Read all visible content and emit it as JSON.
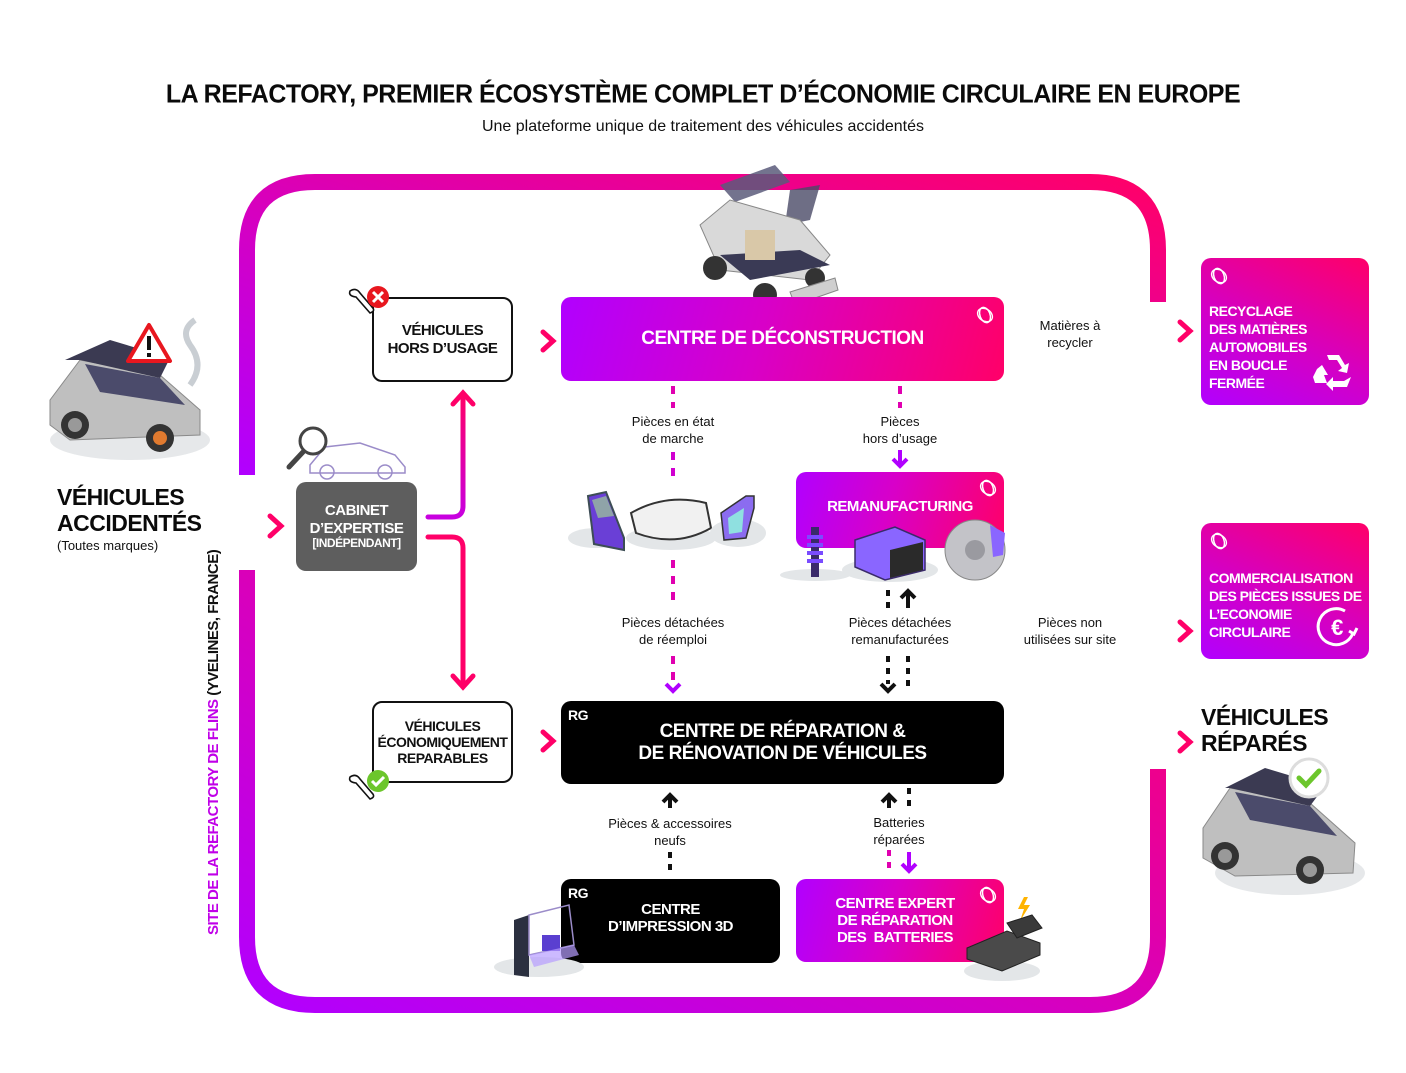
{
  "header": {
    "title": "LA REFACTORY, PREMIER ÉCOSYSTÈME COMPLET D’ÉCONOMIE CIRCULAIRE EN EUROPE",
    "subtitle": "Une plateforme unique de traitement des véhicules accidentés"
  },
  "site_label": {
    "name": "SITE DE LA REFACTORY DE FLINS",
    "location": "(YVELINES, FRANCE)"
  },
  "input": {
    "line1": "VÉHICULES",
    "line2": "ACCIDENTÉS",
    "note": "(Toutes marques)",
    "icon": "warning-triangle-icon"
  },
  "nodes": {
    "cabinet": {
      "line1": "CABINET",
      "line2": "D’EXPERTISE",
      "line3": "[INDÉPENDANT]",
      "icon": "magnifier-car-icon"
    },
    "hors_usage": {
      "line1": "VÉHICULES",
      "line2": "HORS D’USAGE",
      "icon": "wrench-cross-icon"
    },
    "reparables": {
      "line1": "VÉHICULES",
      "line2": "ÉCONOMIQUEMENT",
      "line3": "REPARABLES",
      "icon": "wrench-check-icon"
    },
    "deconstruction": {
      "label": "CENTRE DE DÉCONSTRUCTION"
    },
    "remanufacturing": {
      "label": "REMANUFACTURING"
    },
    "reparation": {
      "badge": "RG",
      "line1": "CENTRE DE RÉPARATION &",
      "line2": "DE RÉNOVATION DE VÉHICULES"
    },
    "impression": {
      "badge": "RG",
      "line1": "CENTRE",
      "line2": "D’IMPRESSION 3D"
    },
    "batteries": {
      "line1": "CENTRE EXPERT",
      "line2": "DE RÉPARATION",
      "line3": "DES  BATTERIES"
    }
  },
  "flow_labels": {
    "pieces_etat_marche": [
      "Pièces en état",
      "de marche"
    ],
    "pieces_hors_usage": [
      "Pièces",
      "hors d’usage"
    ],
    "pieces_reemploi": [
      "Pièces détachées",
      "de réemploi"
    ],
    "pieces_remanufacturees": [
      "Pièces détachées",
      "remanufacturées"
    ],
    "pieces_neufs": [
      "Pièces & accessoires",
      "neufs"
    ],
    "batteries_reparees": [
      "Batteries",
      "réparées"
    ],
    "matieres_recycler": [
      "Matières à",
      "recycler"
    ],
    "pieces_non_utilisees": [
      "Pièces non",
      "utilisées sur site"
    ]
  },
  "outputs": {
    "recyclage": [
      "RECYCLAGE",
      "DES MATIÈRES",
      "AUTOMOBILES",
      "EN BOUCLE",
      "FERMÉE"
    ],
    "commercialisation": [
      "COMMERCIALISATION",
      "DES PIÈCES ISSUES DE",
      "L’ECONOMIE",
      "CIRCULAIRE"
    ],
    "repares": [
      "VÉHICULES",
      "RÉPARÉS"
    ]
  },
  "colors": {
    "violet": "#b100ff",
    "magenta": "#d800c8",
    "pink": "#ff0068",
    "grey_box": "#5e5e5e",
    "black": "#000000",
    "check_green": "#6cc62c",
    "alert_red": "#e8171f",
    "bolt_yellow": "#ffb300"
  }
}
